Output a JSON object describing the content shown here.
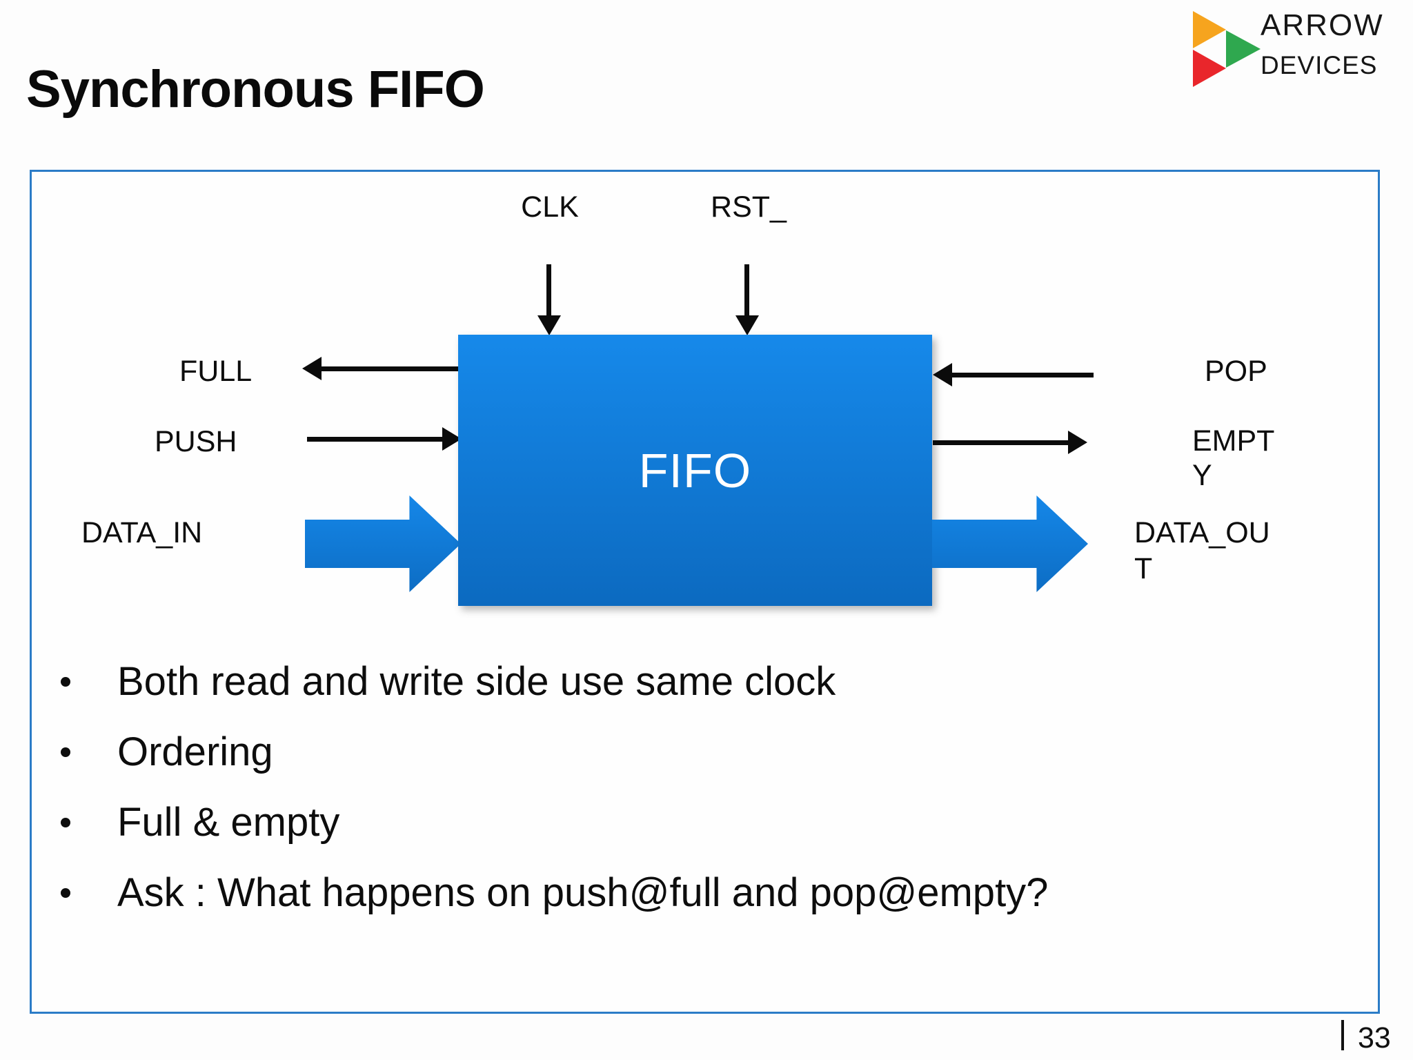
{
  "slide": {
    "title": "Synchronous FIFO",
    "page_number": "33"
  },
  "logo": {
    "line1": "ARROW",
    "line2": "DEVICES"
  },
  "diagram": {
    "block_label": "FIFO",
    "top_signals": {
      "clk": "CLK",
      "rst": "RST_"
    },
    "left_signals": {
      "full": "FULL",
      "push": "PUSH",
      "data_in": "DATA_IN"
    },
    "right_signals": {
      "pop": "POP",
      "empty": "EMPT\nY",
      "data_out": "DATA_OU\nT"
    }
  },
  "bullets": [
    "Both read and write side use same clock",
    "Ordering",
    "Full & empty",
    "Ask : What happens on push@full and pop@empty?"
  ],
  "colors": {
    "fifo_block_top": "#1689ea",
    "fifo_block_bottom": "#0c6ac0",
    "frame_border": "#2b7cc7",
    "arrow_black": "#0b0b0b",
    "logo_orange": "#F6A41E",
    "logo_red": "#E9262B",
    "logo_green": "#2FA84F"
  }
}
